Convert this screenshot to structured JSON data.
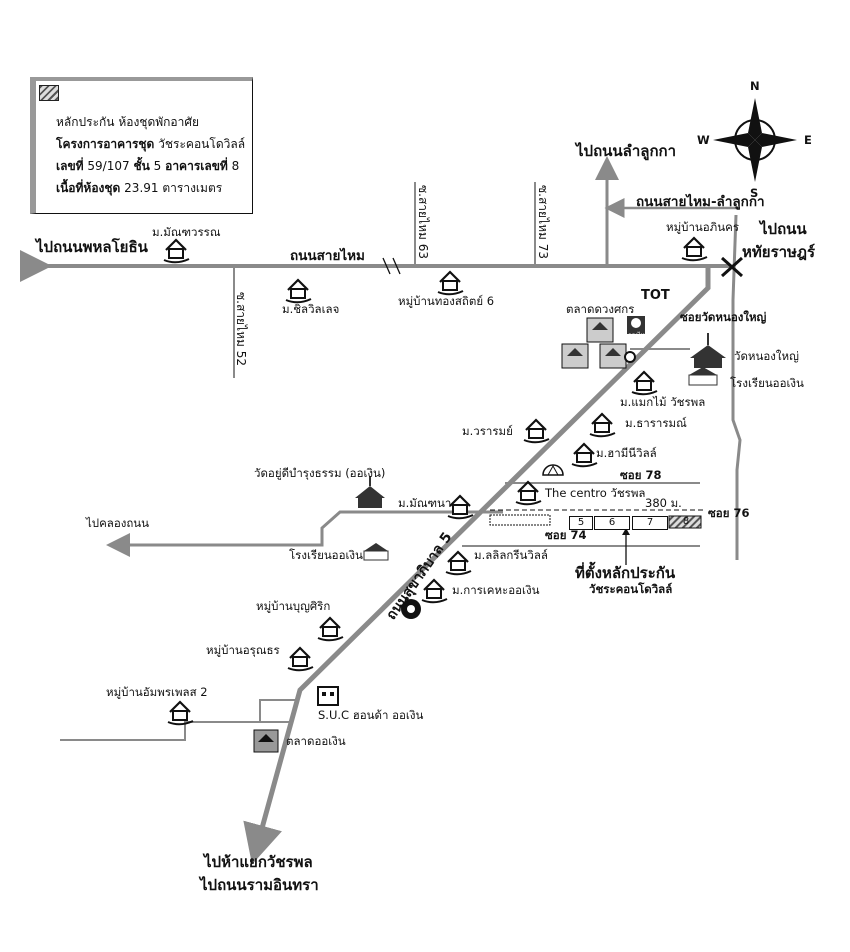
{
  "legend": {
    "title": "หลักประกัน ห้องชุดพักอาศัย",
    "project_label": "โครงการอาคารชุด",
    "project_name": "วัชระคอนโดวิลล์",
    "unit_no_label": "เลขที่",
    "unit_no": "59/107",
    "floor_label": "ชั้น",
    "floor": "5",
    "building_label": "อาคารเลขที่",
    "building": "8",
    "area_label": "เนื้อที่ห้องชุด",
    "area": "23.91",
    "area_unit": "ตารางเมตร"
  },
  "compass": {
    "n": "N",
    "s": "S",
    "e": "E",
    "w": "W"
  },
  "roads": {
    "to_phahonyothin": "ไปถนนพหลโยธิน",
    "sai_mai": "ถนนสายไหม",
    "to_lam_luk_ka": "ไปถนนลำลูกกา",
    "sai_mai_lam_luk_ka": "ถนนสายไหม-ลำลูกกา",
    "to_road": "ไปถนน",
    "hathai_rat": "หทัยราษฎร์",
    "soi_63": "ซ.สายไหม 63",
    "soi_73": "ซ.สายไหม 73",
    "soi_52": "ซ.สายไหม 52",
    "sukhaphiban_5": "ถนนสุขาภิบาล 5",
    "to_khlong_thanon": "ไปคลองถนน",
    "soi_78": "ซอย 78",
    "soi_74": "ซอย 74",
    "soi_76": "ซอย 76",
    "soi_wat_nong_yai": "ซอยวัดหนองใหญ่",
    "to_watcharapol": "ไปห้าแยกวัชรพล",
    "to_ram_inthra": "ไปถนนรามอินทรา",
    "distance": "380 ม."
  },
  "places": {
    "manthawan": "ม.มัณฑวรรณ",
    "chill_village": "ม.ชิลวิลเลจ",
    "thongsathit": "หมู่บ้านทองสถิตย์ 6",
    "aphinara": "หมู่บ้านอภินคร",
    "tot": "TOT",
    "talat_duangsakorn": "ตลาดดวงศกร",
    "krungthai": "กรุงไทย",
    "wat_nong_yai": "วัดหนองใหญ่",
    "school_or_ngoen_1": "โรงเรียนออเงิน",
    "maekmai": "ม.แมกไม้ วัชรพล",
    "tharamani": "ม.ธารารมณ์",
    "haminee": "ม.ฮามีนีวิลล์",
    "wararom": "ม.วรารมย์",
    "wat_yu_dee": "วัดอยู่ดีบำรุงธรรม (ออเงิน)",
    "manthana": "ม.มัณฑนา",
    "centro": "The centro วัชรพล",
    "collateral_site": "ที่ตั้งหลักประกัน",
    "collateral_project": "วัชระคอนโดวิลล์",
    "school_or_ngoen_2": "โรงเรียนออเงิน",
    "lalin": "ม.ลลิลกรีนวิลล์",
    "kan_kheha": "ม.การเคหะออเงิน",
    "boonsirik": "หมู่บ้านบุญศิริก",
    "arunthon": "หมู่บ้านอรุณธร",
    "ampornpress": "หมู่บ้านอัมพรเพลส 2",
    "suc": "S.U.C ฮอนด้า ออเงิน",
    "talat_or_ngoen": "ตลาดออเงิน"
  },
  "condo_units": [
    "5",
    "6",
    "7",
    "8"
  ],
  "colors": {
    "road": "#8a8a8a",
    "ink": "#111111",
    "hatch": "#555555"
  }
}
